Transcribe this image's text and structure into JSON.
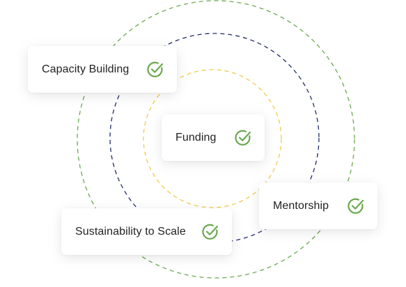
{
  "colors": {
    "ring_outer": "#6aa84f",
    "ring_middle": "#1f2a6b",
    "ring_inner": "#f2c94c",
    "check": "#6aa84f",
    "card_text": "#222222"
  },
  "cards": [
    {
      "label": "Capacity Building",
      "icon": "check-circle-icon"
    },
    {
      "label": "Funding",
      "icon": "check-circle-icon"
    },
    {
      "label": "Mentorship",
      "icon": "check-circle-icon"
    },
    {
      "label": "Sustainability to Scale",
      "icon": "check-circle-icon"
    }
  ]
}
